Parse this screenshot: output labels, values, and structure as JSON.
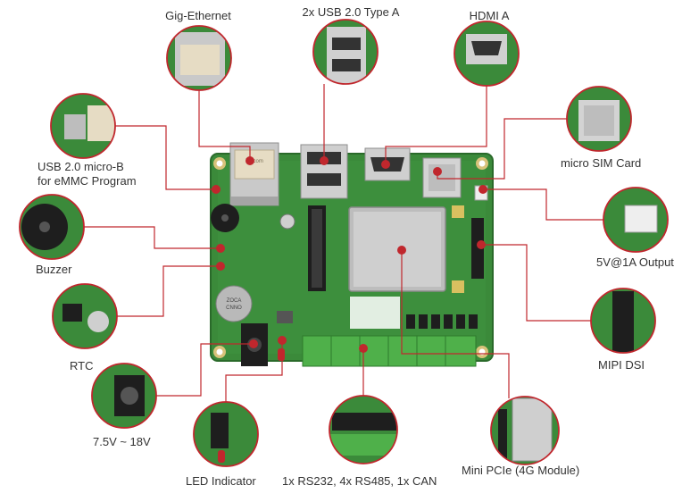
{
  "colors": {
    "pcb": "#3b8a3a",
    "pcb_dark": "#2a6a2a",
    "callout": "#c0272d",
    "terminal": "#4fb04a",
    "metal": "#c8c8c8",
    "text": "#333333"
  },
  "callouts": [
    {
      "id": "gig-ethernet",
      "label": "Gig-Ethernet",
      "icon": "rj45-jack-icon"
    },
    {
      "id": "usb-type-a",
      "label": "2x USB 2.0 Type A",
      "icon": "usb-a-port-icon"
    },
    {
      "id": "hdmi",
      "label": "HDMI A",
      "icon": "hdmi-port-icon"
    },
    {
      "id": "usb-micro-b",
      "label": "USB 2.0 micro-B",
      "label2": "for eMMC Program",
      "icon": "micro-usb-port-icon"
    },
    {
      "id": "micro-sim",
      "label": "micro SIM Card",
      "icon": "sim-slot-icon"
    },
    {
      "id": "buzzer",
      "label": "Buzzer",
      "icon": "buzzer-icon"
    },
    {
      "id": "5v-output",
      "label": "5V@1A Output",
      "icon": "power-header-icon"
    },
    {
      "id": "rtc",
      "label": "RTC",
      "icon": "rtc-chip-icon"
    },
    {
      "id": "mipi-dsi",
      "label": "MIPI DSI",
      "icon": "ffc-connector-icon"
    },
    {
      "id": "dc-input",
      "label": "7.5V ~ 18V",
      "icon": "dc-jack-icon"
    },
    {
      "id": "led",
      "label": "LED Indicator",
      "icon": "led-icon"
    },
    {
      "id": "serial",
      "label": "1x RS232, 4x RS485, 1x CAN",
      "icon": "terminal-block-icon"
    },
    {
      "id": "mini-pcie",
      "label": "Mini PCIe (4G Module)",
      "icon": "mini-pcie-card-icon"
    }
  ]
}
